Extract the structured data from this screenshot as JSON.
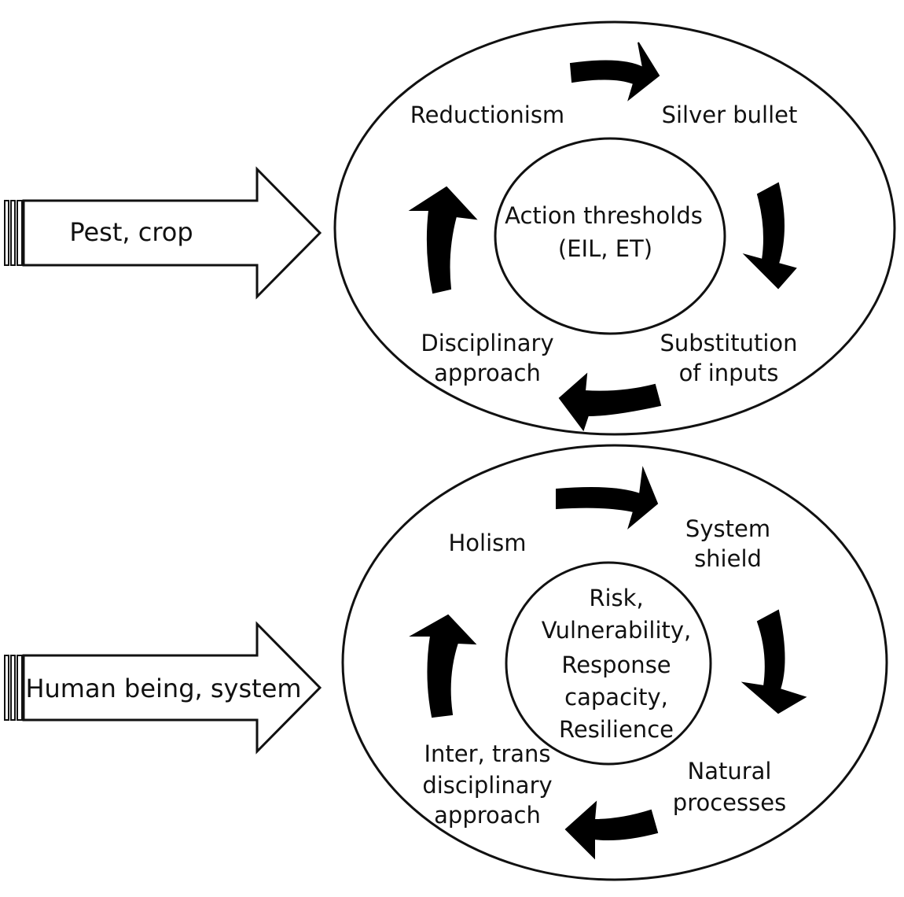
{
  "colors": {
    "ink": "#111111",
    "paper": "#ffffff",
    "arrow_fill": "#000000"
  },
  "top_cycle": {
    "input_arrow": {
      "label": "Pest, crop"
    },
    "center": {
      "line1": "Action thresholds",
      "line2": "(EIL, ET)"
    },
    "reductionism": "Reductionism",
    "silver_bullet": "Silver bullet",
    "substitution": {
      "line1": "Substitution",
      "line2": "of inputs"
    },
    "disciplinary": {
      "line1": "Disciplinary",
      "line2": "approach"
    }
  },
  "bottom_cycle": {
    "input_arrow": {
      "label": "Human being, system"
    },
    "center": {
      "line1": "Risk,",
      "line2": "Vulnerability,",
      "line3": "Response",
      "line4": "capacity,",
      "line5": "Resilience"
    },
    "holism": "Holism",
    "system_shield": {
      "line1": "System",
      "line2": "shield"
    },
    "natural_processes": {
      "line1": "Natural",
      "line2": "processes"
    },
    "inter_trans": {
      "line1": "Inter, trans",
      "line2": "disciplinary",
      "line3": "approach"
    }
  }
}
